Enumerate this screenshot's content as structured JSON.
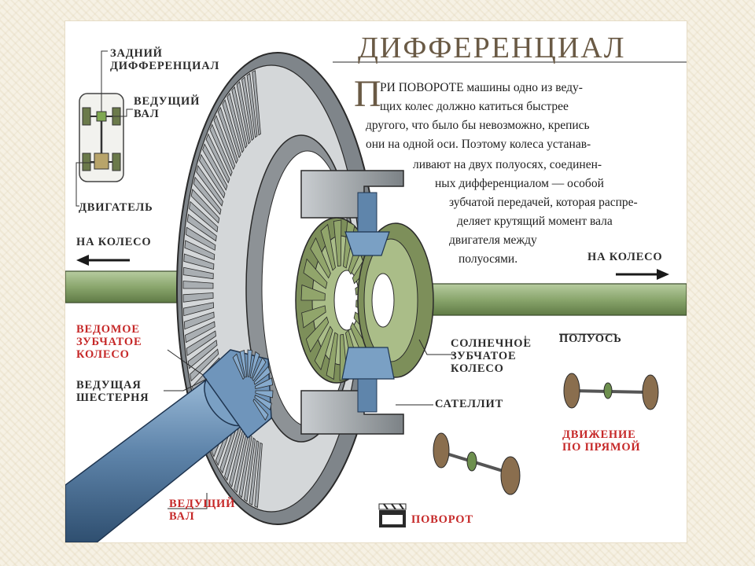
{
  "title": "ДИФФЕРЕНЦИАЛ",
  "intro": {
    "dropcap": "П",
    "lines": [
      "РИ ПОВОРОТЕ машины одно из веду-",
      "щих колес должно катиться быстрее",
      "другого, что было бы невозможно, крепись",
      "они на одной оси. Поэтому колеса устанав-",
      "ливают на двух полуосях, соединен-",
      "ных дифференциалом — особой",
      "зубчатой передачей, которая распре-",
      "деляет крутящий момент вала",
      "двигателя между",
      "полуосями."
    ]
  },
  "labels": {
    "rear_differential": "ЗАДНИЙ\nДИФФЕРЕНЦИАЛ",
    "drive_shaft_top": "ВЕДУЩИЙ\nВАЛ",
    "engine": "ДВИГАТЕЛЬ",
    "to_wheel_left": "НА КОЛЕСО",
    "to_wheel_right": "НА КОЛЕСО",
    "driven_gear": "ВЕДОМОЕ\nЗУБЧАТОЕ\nКОЛЕСО",
    "drive_pinion": "ВЕДУЩАЯ\nШЕСТЕРНЯ",
    "drive_shaft_bottom": "ВЕДУЩИЙ\nВАЛ",
    "sun_gear": "СОЛНЕЧНОЕ\nЗУБЧАТОЕ\nКОЛЕСО",
    "half_shaft": "ПОЛУОСЬ",
    "planet_gear": "САТЕЛЛИТ",
    "straight_motion": "ДВИЖЕНИЕ\nПО ПРЯМОЙ",
    "turn": "ПОВОРОТ"
  },
  "colors": {
    "accent_red": "#c62828",
    "title_brown": "#6a5a45",
    "gear_grey": "#8e9397",
    "sun_green": "#7d8f5a",
    "shaft_blue": "#5f85ab",
    "axle_green": "#8aa66d"
  },
  "icons": [
    "arrow-left-icon",
    "arrow-right-icon",
    "film-clip-icon",
    "car-chassis-icon"
  ]
}
